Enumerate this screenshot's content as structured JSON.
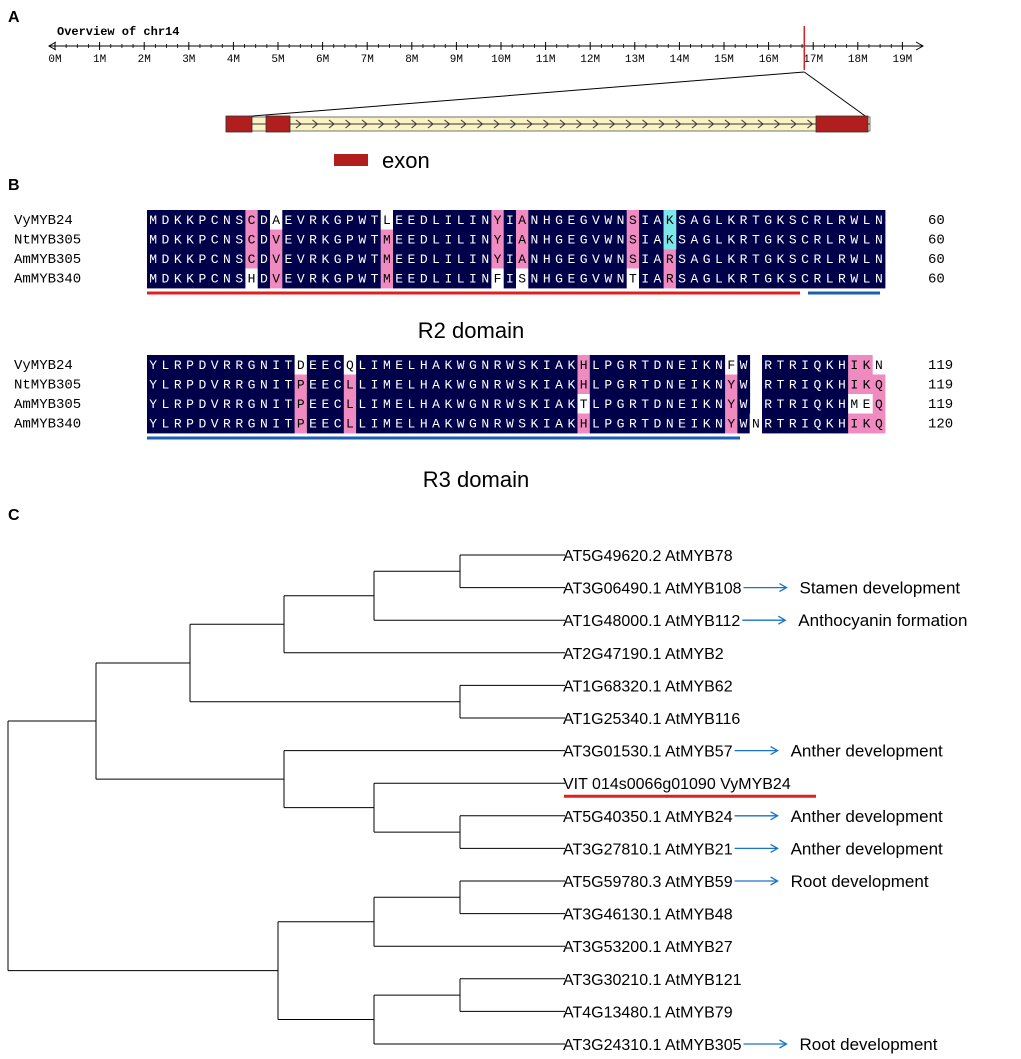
{
  "panel_a": {
    "label": "A",
    "title": "Overview of chr14",
    "ticks": [
      "0M",
      "1M",
      "2M",
      "3M",
      "4M",
      "5M",
      "6M",
      "7M",
      "8M",
      "9M",
      "10M",
      "11M",
      "12M",
      "13M",
      "14M",
      "15M",
      "16M",
      "17M",
      "18M",
      "19M"
    ],
    "marker_mb": 16.8,
    "legend_label": "exon",
    "colors": {
      "exon": "#b01e1e",
      "gene_body": "#fbf3c4",
      "marker": "#e02020"
    }
  },
  "panel_b": {
    "label": "B",
    "blocks": [
      {
        "rows": [
          {
            "name": "VyMYB24",
            "seq": "MDKKPCNSCDAEVRKGPWTLEEDLILINYIANHGEGVWNSIAKSAGLKRTGKSCRLRWLN",
            "num": "60"
          },
          {
            "name": "NtMYB305",
            "seq": "MDKKPCNSCDVEVRKGPWTMEEDLILINYIANHGEGVWNSIAKSAGLKRTGKSCRLRWLN",
            "num": "60"
          },
          {
            "name": "AmMYB305",
            "seq": "MDKKPCNSCDVEVRKGPWTMEEDLILINYIANHGEGVWNSIARSAGLKRTGKSCRLRWLN",
            "num": "60"
          },
          {
            "name": "AmMYB340",
            "seq": "MDKKPCNSHDVEVRKGPWTMEEDLILINFISNHGEGVWNTIARSAGLKRTGKSCRLRWLN",
            "num": "60"
          }
        ],
        "domain_label": "R2 domain"
      },
      {
        "rows": [
          {
            "name": "VyMYB24",
            "seq": "YLRPDVRRGNITDEECQLIMELHAKWGNRWSKIAKHLPGRTDNEIKNFW.RTRIQKHIKN",
            "num": "119"
          },
          {
            "name": "NtMYB305",
            "seq": "YLRPDVRRGNITPEECLLIMELHAKWGNRWSKIAKHLPGRTDNEIKNYW.RTRIQKHIKQ",
            "num": "119"
          },
          {
            "name": "AmMYB305",
            "seq": "YLRPDVRRGNITPEECLLIMELHAKWGNRWSKIAKTLPGRTDNEIKNYW.RTRIQKHMEQ",
            "num": "119"
          },
          {
            "name": "AmMYB340",
            "seq": "YLRPDVRRGNITPEECLLIMELHAKWGNRWSKIAKHLPGRTDNEIKNYWNRTRIQKHIKQ",
            "num": "120"
          }
        ],
        "domain_label": "R3 domain"
      }
    ],
    "colors": {
      "identical": "#00004a",
      "similar": "#ef8bc0",
      "weak": "#7ee7e8",
      "domain_r2": "#e02020",
      "domain_r3": "#1a5fb4"
    }
  },
  "panel_c": {
    "label": "C",
    "leaves": [
      {
        "name": "AT5G49620.2 AtMYB78",
        "annotation": ""
      },
      {
        "name": "AT3G06490.1 AtMYB108",
        "annotation": "Stamen development"
      },
      {
        "name": "AT1G48000.1 AtMYB112",
        "annotation": "Anthocyanin formation"
      },
      {
        "name": "AT2G47190.1 AtMYB2",
        "annotation": ""
      },
      {
        "name": "AT1G68320.1 AtMYB62",
        "annotation": ""
      },
      {
        "name": "AT1G25340.1 AtMYB116",
        "annotation": ""
      },
      {
        "name": "AT3G01530.1 AtMYB57",
        "annotation": "Anther development"
      },
      {
        "name": "VIT 014s0066g01090 VyMYB24",
        "annotation": ""
      },
      {
        "name": "AT5G40350.1 AtMYB24",
        "annotation": "Anther development"
      },
      {
        "name": "AT3G27810.1 AtMYB21",
        "annotation": "Anther development"
      },
      {
        "name": "AT5G59780.3 AtMYB59",
        "annotation": "Root development"
      },
      {
        "name": "AT3G46130.1 AtMYB48",
        "annotation": ""
      },
      {
        "name": "AT3G53200.1 AtMYB27",
        "annotation": ""
      },
      {
        "name": "AT3G30210.1 AtMYB121",
        "annotation": ""
      },
      {
        "name": "AT4G13480.1 AtMYB79",
        "annotation": ""
      },
      {
        "name": "AT3G24310.1 AtMYB305",
        "annotation": "Root development"
      }
    ],
    "highlight_leaf": 7,
    "colors": {
      "arrow": "#1a73c8",
      "highlight": "#e02020"
    }
  }
}
